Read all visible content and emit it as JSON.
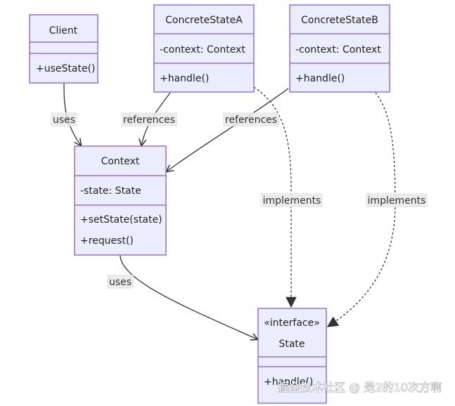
{
  "diagram": {
    "classes": {
      "client": {
        "name": "Client",
        "attributes": [],
        "methods": [
          "+useState()"
        ]
      },
      "concrete_a": {
        "name": "ConcreteStateA",
        "attributes": [
          "-context: Context"
        ],
        "methods": [
          "+handle()"
        ]
      },
      "concrete_b": {
        "name": "ConcreteStateB",
        "attributes": [
          "-context: Context"
        ],
        "methods": [
          "+handle()"
        ]
      },
      "context": {
        "name": "Context",
        "attributes": [
          "-state: State"
        ],
        "methods": [
          "+setState(state)",
          "+request()"
        ]
      },
      "state": {
        "stereotype": "«interface»",
        "name": "State",
        "attributes": [],
        "methods": [
          "+handle()"
        ]
      }
    },
    "relations": {
      "client_uses": "uses",
      "a_references": "references",
      "b_references": "references",
      "context_uses": "uses",
      "a_implements": "implements",
      "b_implements": "implements"
    },
    "colors": {
      "box_fill": "#ECECFF",
      "box_stroke": "#9370DB",
      "edge": "#333333"
    }
  },
  "watermark": "掘金技术社区 @ 是2的10次方啊"
}
